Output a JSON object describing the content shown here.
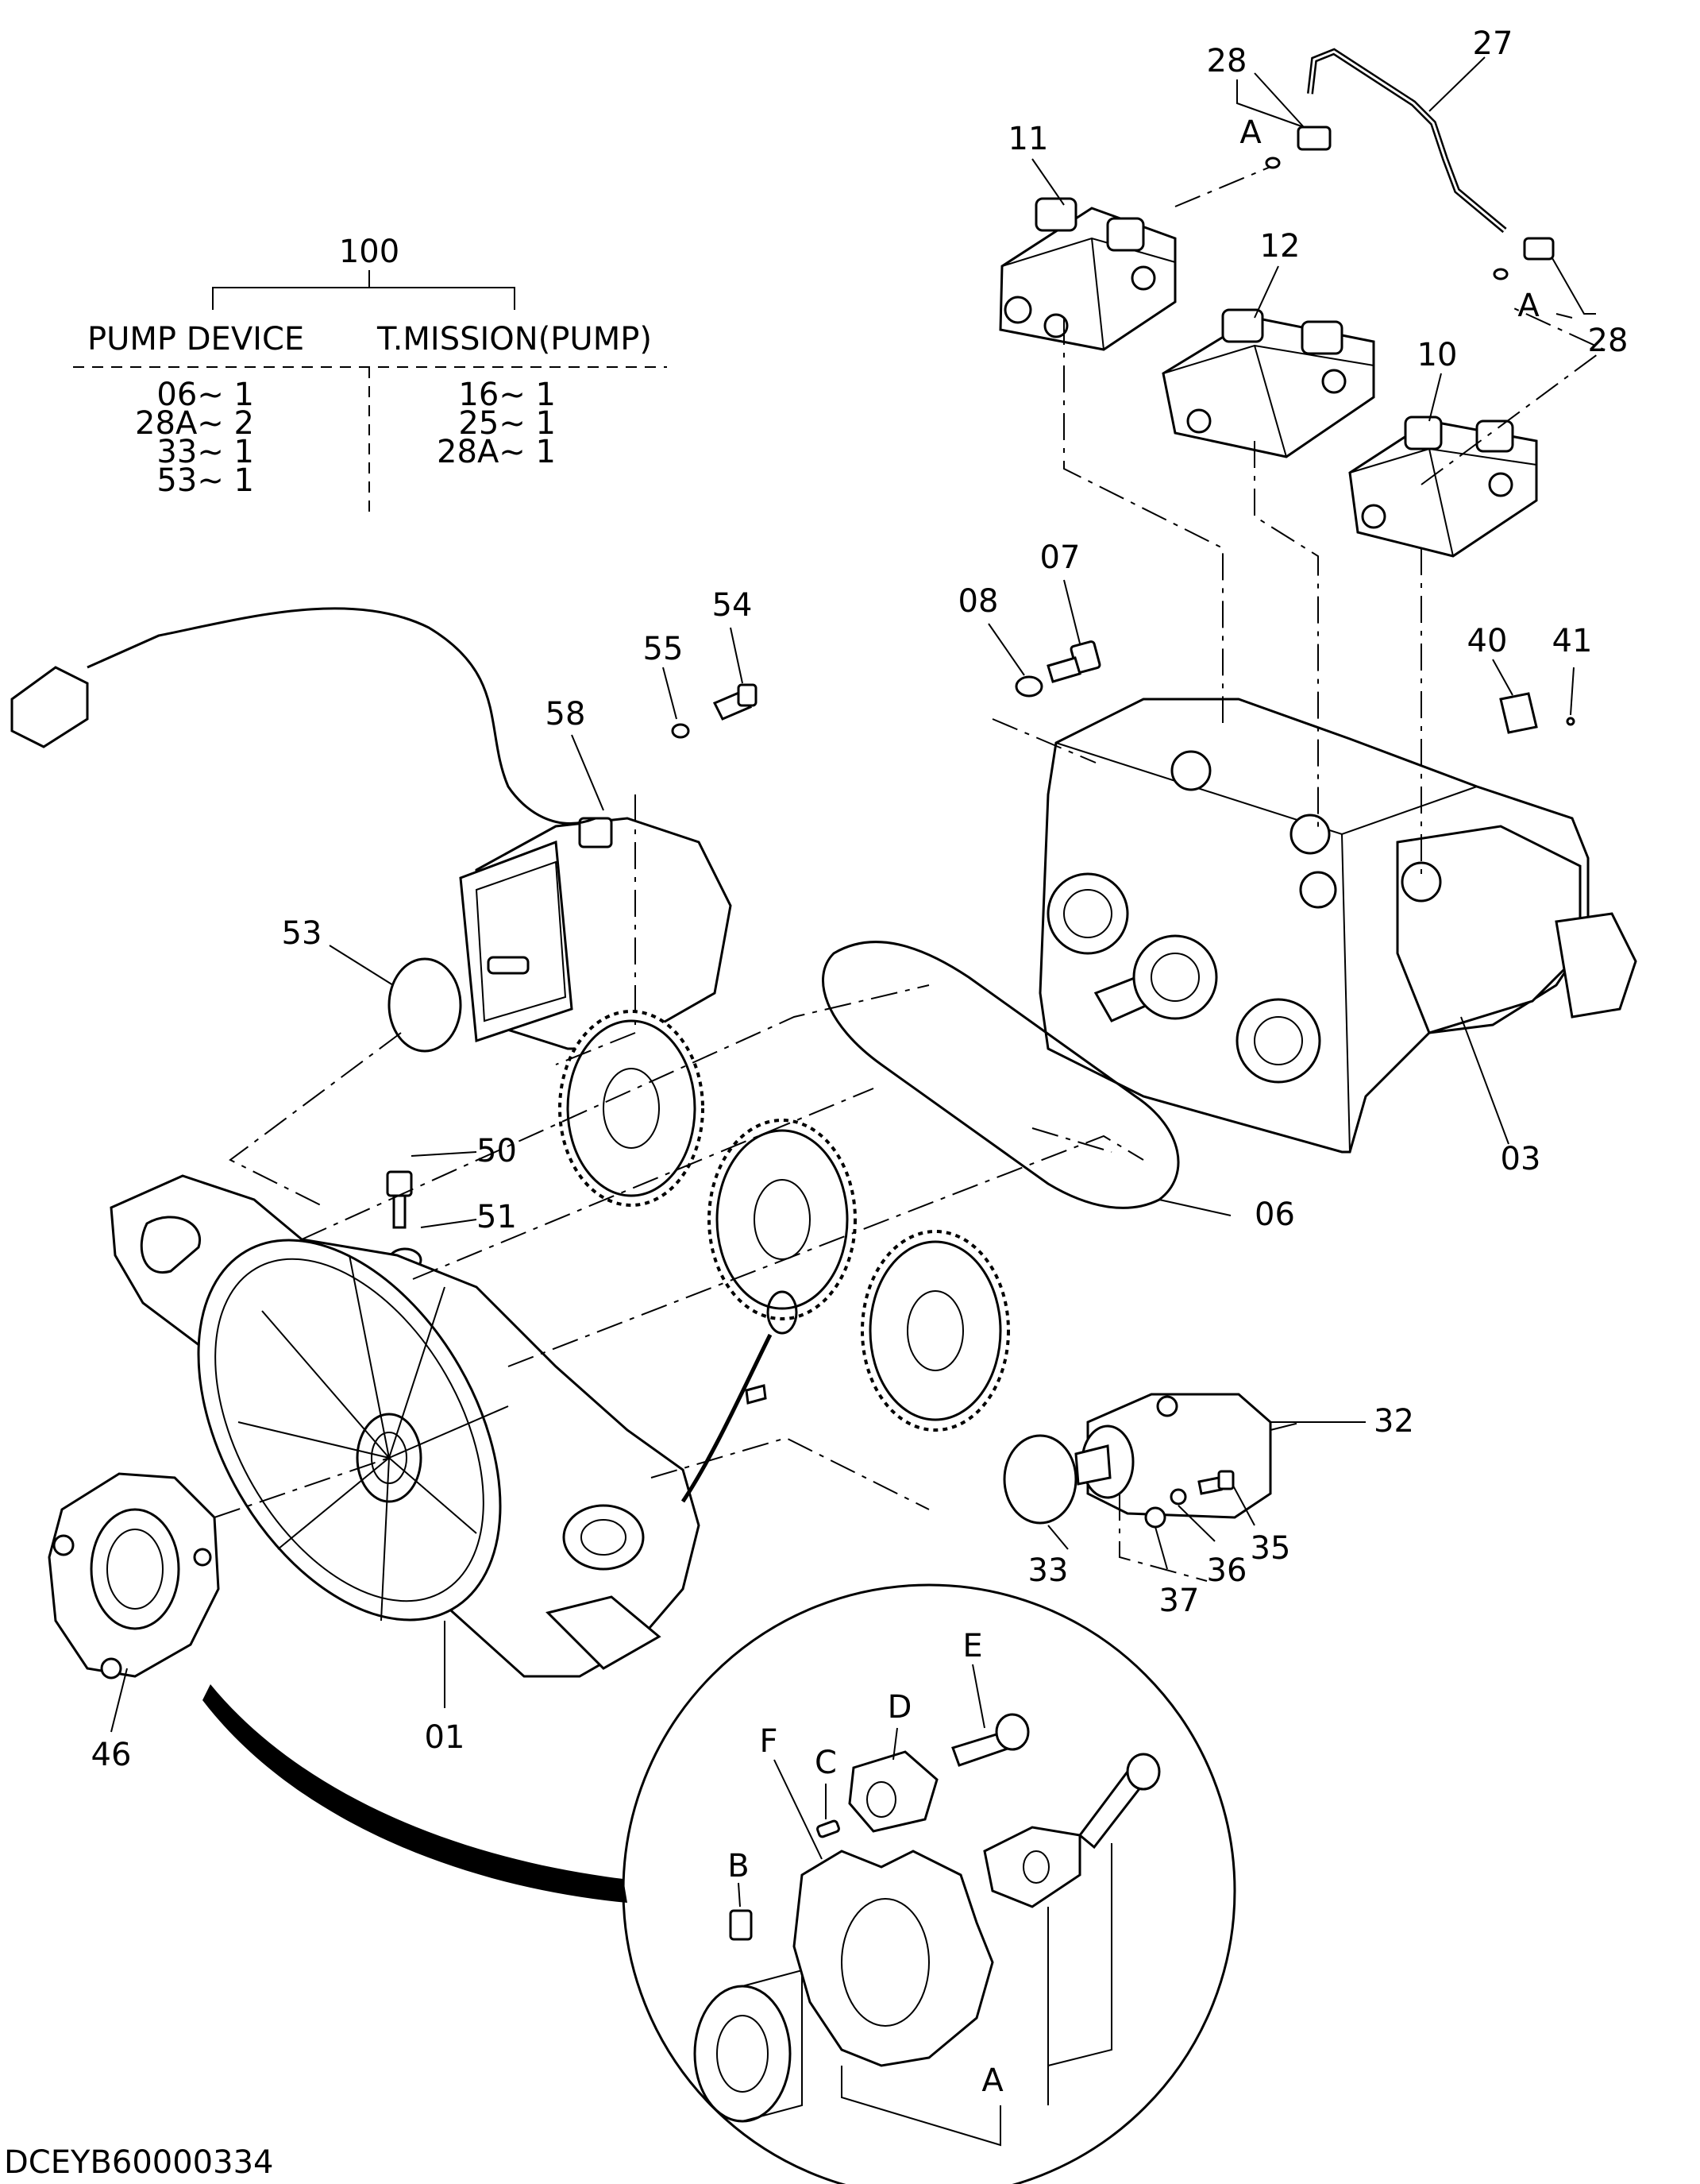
{
  "assembly": {
    "number": "100",
    "columns": [
      {
        "heading": "PUMP DEVICE",
        "rows": [
          "06~ 1",
          "28A~ 2",
          "33~ 1",
          "53~ 1"
        ]
      },
      {
        "heading": "T.MISSION(PUMP)",
        "rows": [
          "16~ 1",
          "25~ 1",
          "28A~ 1"
        ]
      }
    ]
  },
  "callouts": {
    "c01": "01",
    "c03": "03",
    "c06": "06",
    "c07": "07",
    "c08": "08",
    "c10": "10",
    "c11": "11",
    "c12": "12",
    "c27": "27",
    "c28a": "28",
    "c28b": "28",
    "c32": "32",
    "c33": "33",
    "c35": "35",
    "c36": "36",
    "c37": "37",
    "c40": "40",
    "c41": "41",
    "c46": "46",
    "c50": "50",
    "c51": "51",
    "c53": "53",
    "c54": "54",
    "c55": "55",
    "c58": "58",
    "refA1": "A",
    "refA2": "A"
  },
  "detail": {
    "A": "A",
    "B": "B",
    "C": "C",
    "D": "D",
    "E": "E",
    "F": "F"
  },
  "drawing_code": "DCEYB60000334"
}
